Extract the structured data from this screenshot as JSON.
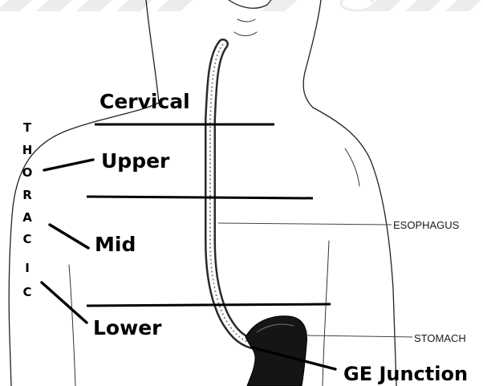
{
  "vertical_label": {
    "letters": [
      "T",
      "H",
      "O",
      "R",
      "A",
      "C",
      "I",
      "C"
    ]
  },
  "segments": {
    "cervical": "Cervical",
    "upper": "Upper",
    "mid": "Mid",
    "lower": "Lower",
    "ge_junction": "GE Junction"
  },
  "anatomy_labels": {
    "esophagus": "ESOPHAGUS",
    "stomach": "STOMACH"
  }
}
